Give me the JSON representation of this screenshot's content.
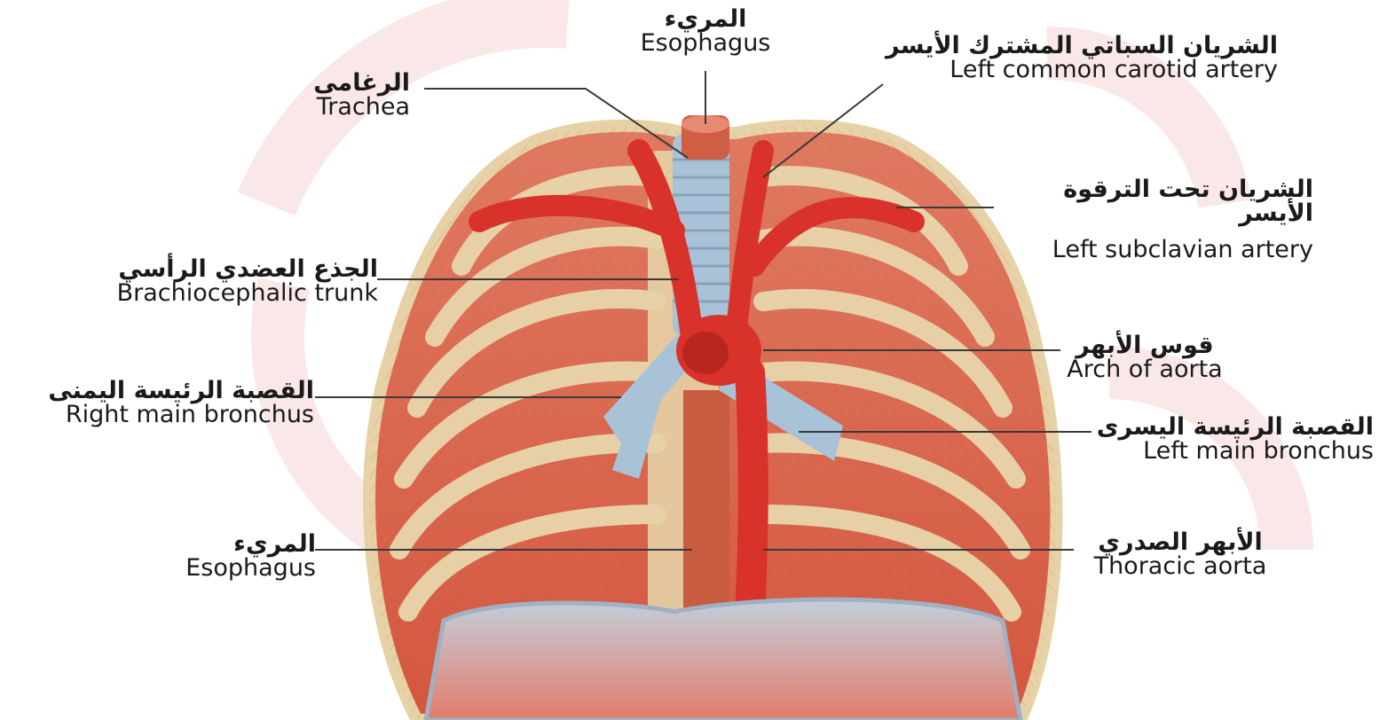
{
  "labels": {
    "esophagus_top": {
      "ar": "المريء",
      "en": "Esophagus"
    },
    "trachea": {
      "ar": "الرغامى",
      "en": "Trachea"
    },
    "left_common_carotid": {
      "ar": "الشريان السباتي المشترك الأيسر",
      "en": "Left common carotid artery"
    },
    "left_subclavian": {
      "ar": "الشريان تحت الترقوة الأيسر",
      "en": "Left subclavian artery"
    },
    "brachiocephalic": {
      "ar": "الجذع العضدي الرأسي",
      "en": "Brachiocephalic trunk"
    },
    "arch_of_aorta": {
      "ar": "قوس الأبهر",
      "en": "Arch of aorta"
    },
    "right_main_bronchus": {
      "ar": "القصبة الرئيسة اليمنى",
      "en": "Right main bronchus"
    },
    "left_main_bronchus": {
      "ar": "القصبة الرئيسة اليسرى",
      "en": "Left main bronchus"
    },
    "esophagus_bottom": {
      "ar": "المريء",
      "en": "Esophagus"
    },
    "thoracic_aorta": {
      "ar": "الأبهر الصدري",
      "en": "Thoracic aorta"
    }
  },
  "colors": {
    "muscle": "#d9634f",
    "muscle_light": "#e88a72",
    "rib": "#e2cfa4",
    "artery": "#d8322a",
    "airway": "#a8c2d8",
    "esophagus": "#c95b40",
    "diaphragm": "#b8c4d2",
    "watermark": "#f7dede",
    "leader": "#3a3a3a"
  }
}
